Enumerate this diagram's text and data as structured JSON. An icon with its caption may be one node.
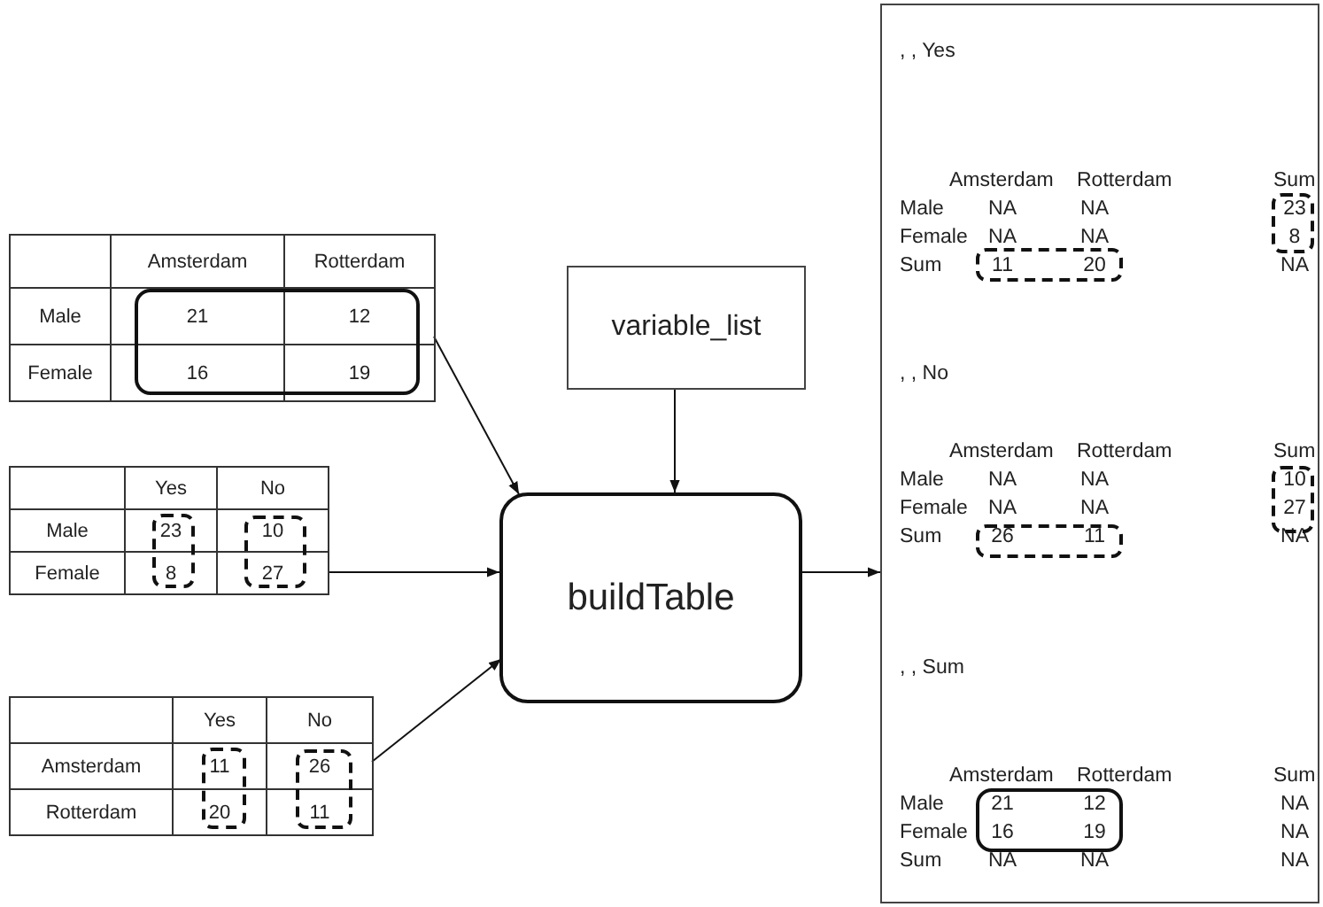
{
  "diagram": {
    "nodes": [
      {
        "text": [
          "Amsterdam",
          "Rotterdam",
          "Male",
          "21",
          "12",
          "Female",
          "16",
          "19"
        ]
      },
      {
        "text": [
          "Yes",
          "No",
          "Male",
          "23",
          "10",
          "Female",
          "8",
          "27"
        ]
      },
      {
        "text": [
          "Yes",
          "No",
          "Amsterdam",
          "11",
          "26",
          "Rotterdam",
          "20",
          "11"
        ]
      },
      {
        "text": [
          "variable_list"
        ]
      },
      {
        "text": [
          "buildTable"
        ]
      },
      {
        "text": [
          ", , Yes",
          "Amsterdam Rotterdam Sum",
          "Male NA NA 23",
          "Female NA NA 8",
          "Sum 11 20 NA",
          ", , No",
          "Amsterdam Rotterdam Sum",
          "Male NA NA 10",
          "Female NA NA 27",
          "Sum 26 11 NA",
          ", , Sum",
          "Amsterdam Rotterdam Sum",
          "Male 21 12 NA",
          "Female 16 19 NA",
          "Sum NA NA NA"
        ]
      }
    ],
    "edges": [
      {
        "from": 0,
        "to": 4,
        "arrow": "to"
      },
      {
        "from": 1,
        "to": 4,
        "arrow": "to"
      },
      {
        "from": 2,
        "to": 4,
        "arrow": "to"
      },
      {
        "from": 3,
        "to": 4,
        "arrow": "to"
      },
      {
        "from": 4,
        "to": 5,
        "arrow": "to"
      }
    ]
  }
}
